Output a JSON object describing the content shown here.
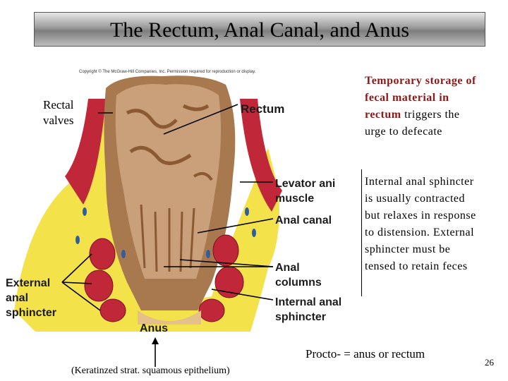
{
  "slide": {
    "title": "The Rectum, Anal Canal, and Anus",
    "copyright": "Copyright © The McGraw-Hill Companies, Inc. Permission required for reproduction or display.",
    "page_number": "26"
  },
  "labels": {
    "rectal_valves_line1": "Rectal",
    "rectal_valves_line2": "valves",
    "rectum": "Rectum",
    "levator_line1": "Levator ani",
    "levator_line2": "muscle",
    "anal_canal": "Anal canal",
    "anal_columns_line1": "Anal",
    "anal_columns_line2": "columns",
    "internal_line1": "Internal anal",
    "internal_line2": "sphincter",
    "external_line1": "External",
    "external_line2": "anal",
    "external_line3": "sphincter",
    "anus": "Anus"
  },
  "notes": {
    "storage_red1": "Temporary storage of",
    "storage_red2": "fecal material in",
    "storage_red3": "rectum",
    "storage_black3": " triggers the",
    "storage_black4": "urge to defecate",
    "sphincter_line1": "Internal anal sphincter",
    "sphincter_line2": "is usually contracted",
    "sphincter_line3": "but relaxes in response",
    "sphincter_line4": "to distension.  External",
    "sphincter_line5": "sphincter must be",
    "sphincter_line6": "tensed to retain feces",
    "prefix": "Procto- = anus or rectum",
    "epithelium": "(Keratinzed strat. squamous epithelium)"
  },
  "colors": {
    "tissue": "#c9a07a",
    "tissue_dark": "#a8794f",
    "muscle_red": "#c0283a",
    "fat_yellow": "#f3e24a",
    "vessel_blue": "#2f5d9e",
    "note_red": "#8a1a1a"
  }
}
